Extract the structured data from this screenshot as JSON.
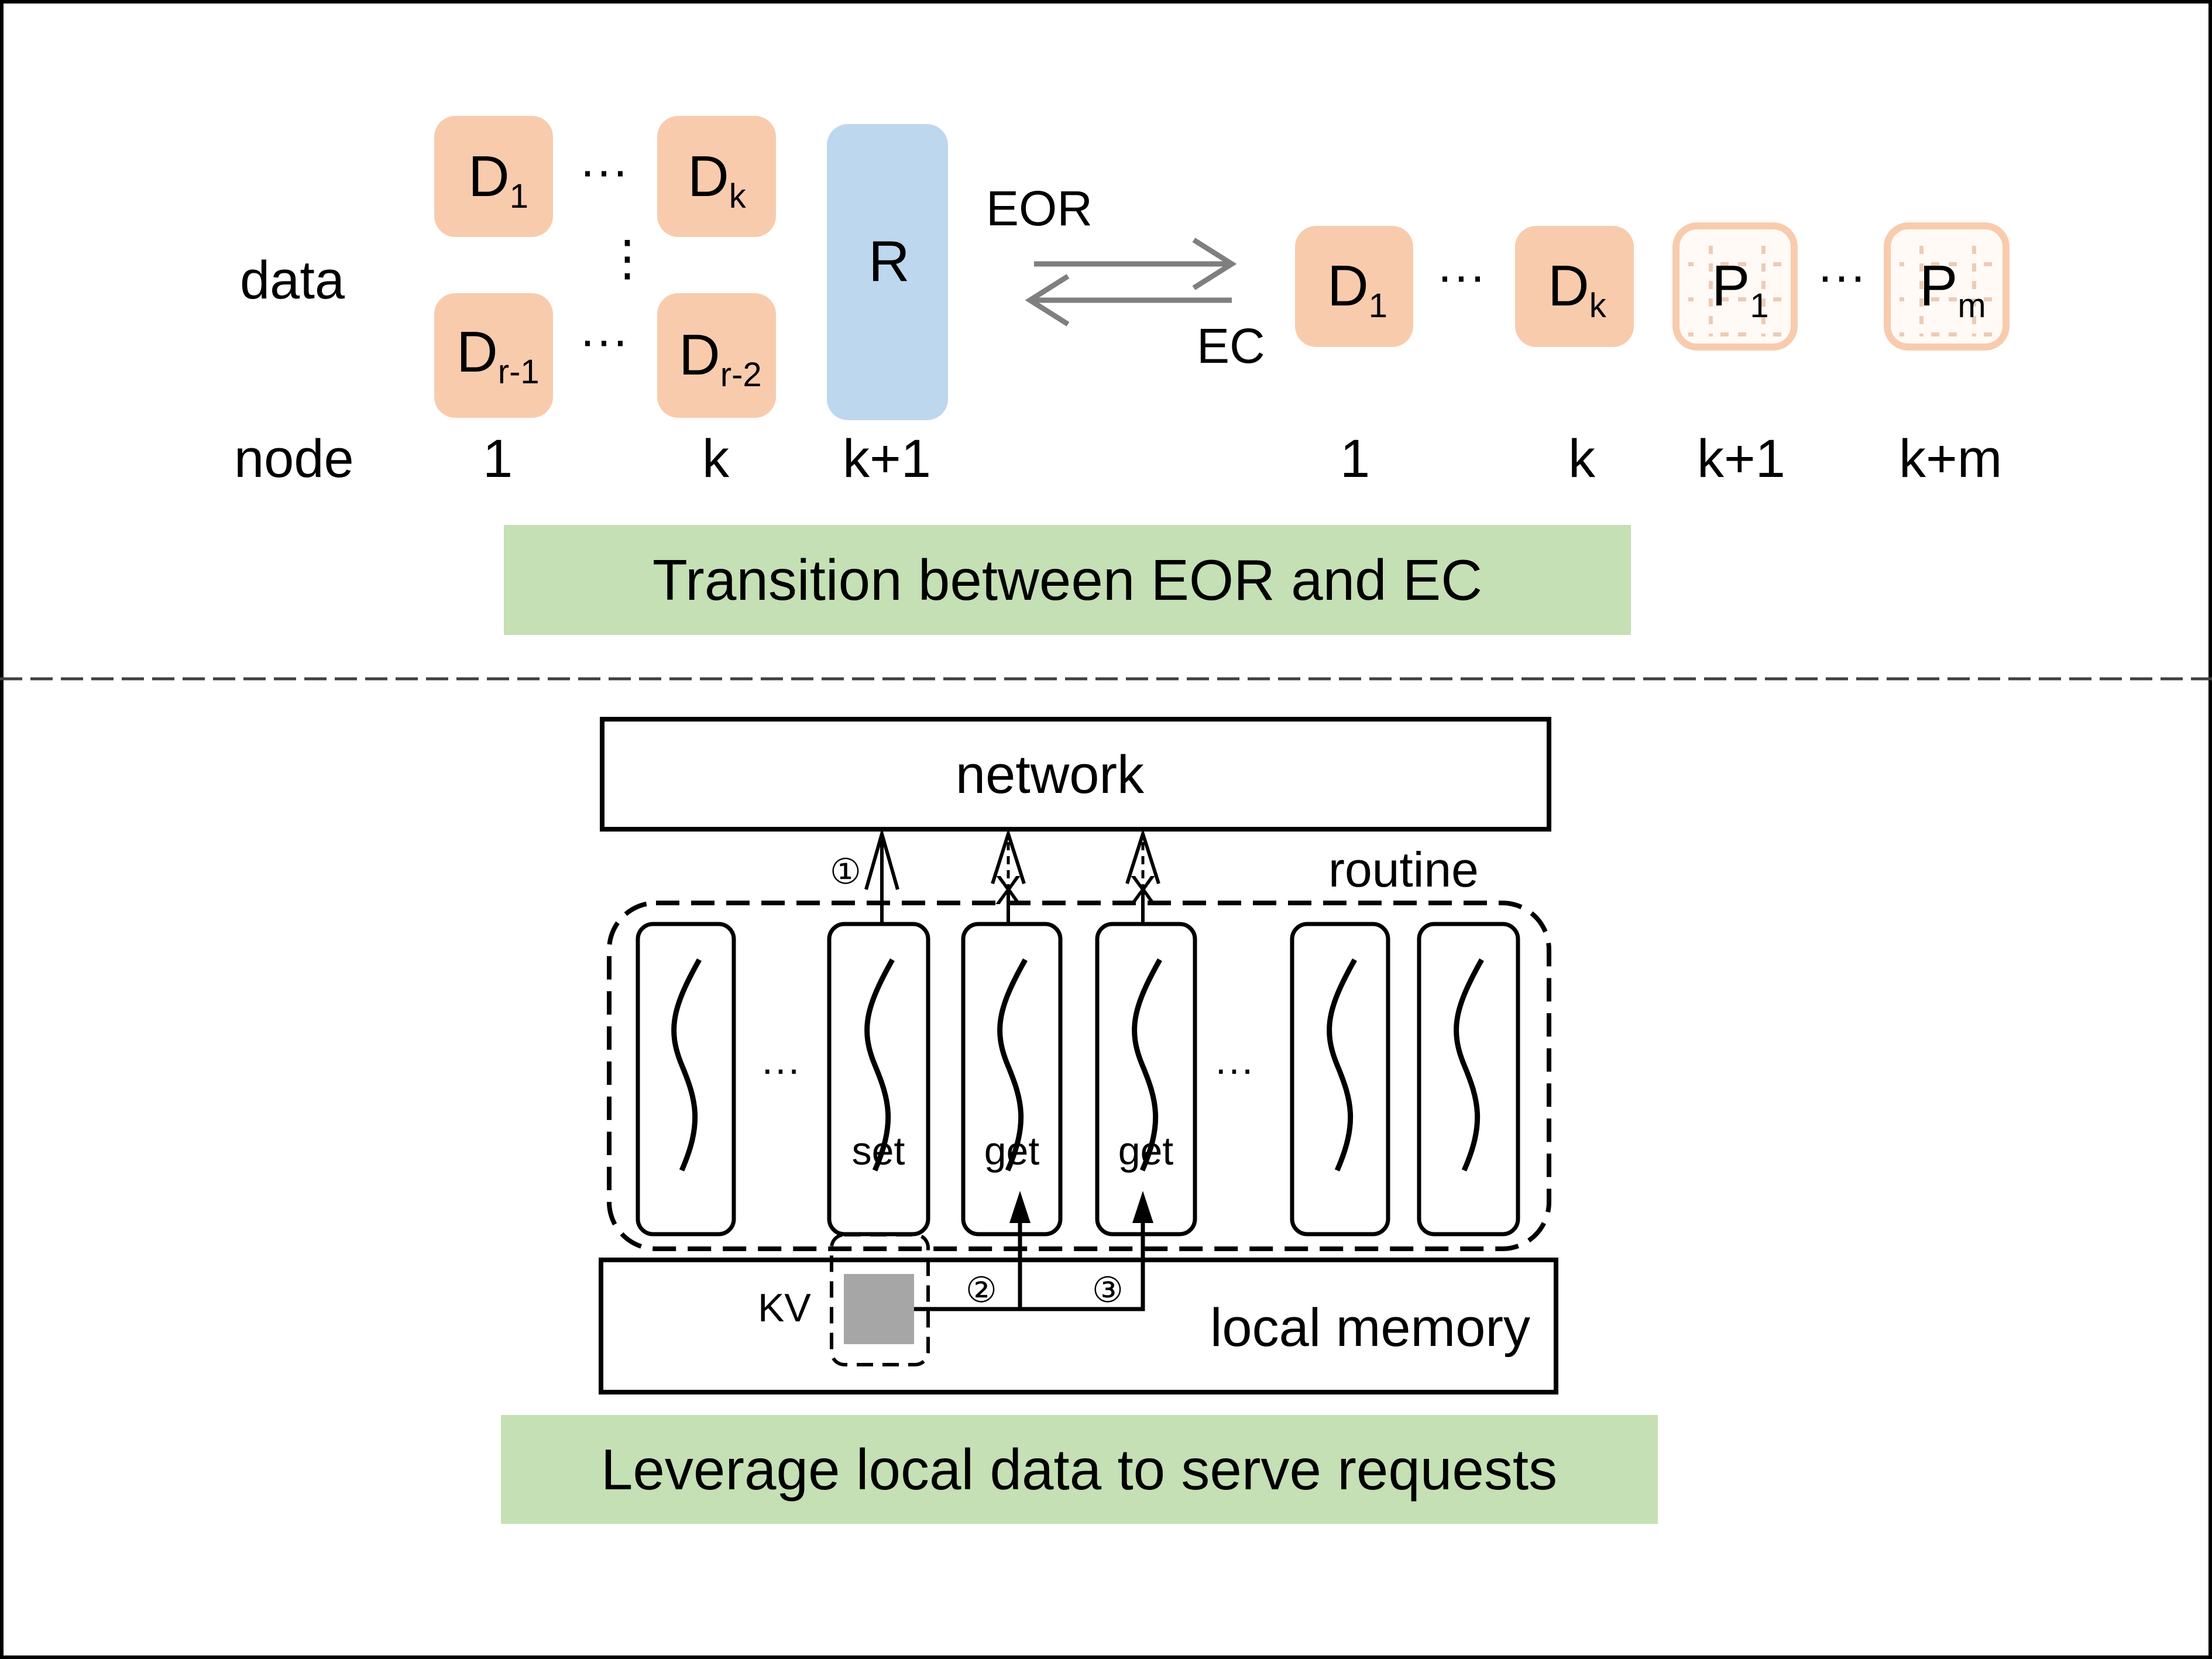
{
  "colors": {
    "data_block": "#f8cbad",
    "parity_border": "#f8cbad",
    "parity_fill": "#fffaf5",
    "replica_block": "#bdd7ee",
    "caption_bg": "#c5e0b4",
    "arrow_gray": "#7f7f7f",
    "kv_gray": "#a6a6a6",
    "divider": "#404040"
  },
  "top": {
    "row_labels": {
      "data": "data",
      "node": "node"
    },
    "eor_side": {
      "blocks": [
        {
          "name": "D",
          "sub": "1"
        },
        {
          "name": "D",
          "sub": "k"
        },
        {
          "name": "D",
          "sub": "r-1"
        },
        {
          "name": "D",
          "sub": "r-2"
        }
      ],
      "replica": {
        "name": "R"
      },
      "ellipsis_h": "···",
      "ellipsis_v": "⋮",
      "node_labels": [
        "1",
        "k",
        "k+1"
      ]
    },
    "arrows": {
      "forward_label": "EOR",
      "backward_label": "EC"
    },
    "ec_side": {
      "data_blocks": [
        {
          "name": "D",
          "sub": "1"
        },
        {
          "name": "D",
          "sub": "k"
        }
      ],
      "parity_blocks": [
        {
          "name": "P",
          "sub": "1"
        },
        {
          "name": "P",
          "sub": "m"
        }
      ],
      "ellipsis": "···",
      "node_labels": [
        "1",
        "k",
        "k+1",
        "k+m"
      ]
    },
    "caption": "Transition between EOR and EC"
  },
  "bottom": {
    "network_label": "network",
    "routine_label": "routine",
    "routines": [
      {
        "label": ""
      },
      {
        "label": "set"
      },
      {
        "label": "get"
      },
      {
        "label": "get"
      },
      {
        "label": ""
      },
      {
        "label": ""
      }
    ],
    "ellipsis": "···",
    "steps": [
      "①",
      "②",
      "③"
    ],
    "blocked_mark": "X",
    "kv_label": "KV",
    "memory_label": "local memory",
    "caption": "Leverage local data to serve requests"
  }
}
